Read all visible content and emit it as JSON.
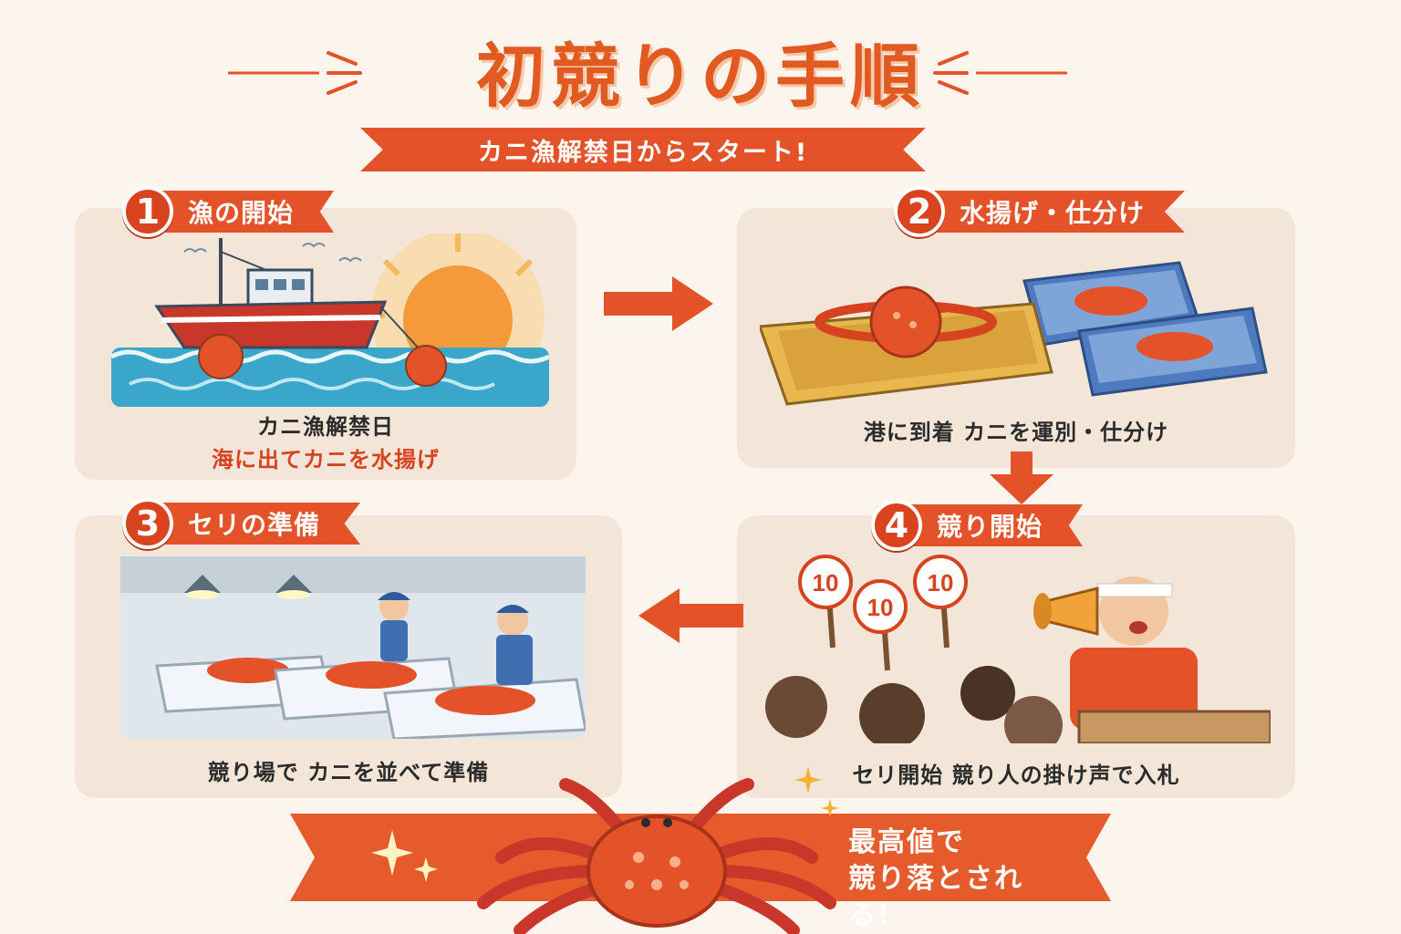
{
  "title": "初競りの手順",
  "subtitle": "カニ漁解禁日からスタート!",
  "steps": [
    {
      "number": "1",
      "label": "漁の開始",
      "caption_line1": "カニ漁解禁日",
      "caption_line2": "海に出てカニを水揚げ"
    },
    {
      "number": "2",
      "label": "水揚げ・仕分け",
      "caption_line1": "港に到着 カニを運別・仕分け"
    },
    {
      "number": "3",
      "label": "セリの準備",
      "caption_line1": "競り場で カニを並べて準備"
    },
    {
      "number": "4",
      "label": "競り開始",
      "caption_line1": "セリ開始 競り人の掛け声で入札",
      "paddle_text": "10"
    }
  ],
  "result": {
    "line1": "最高値で",
    "line2": "競り落とされる!"
  },
  "colors": {
    "accent": "#e4522a",
    "title": "#e05a22",
    "panel": "#f3e6d9",
    "background": "#fbf5ee"
  }
}
